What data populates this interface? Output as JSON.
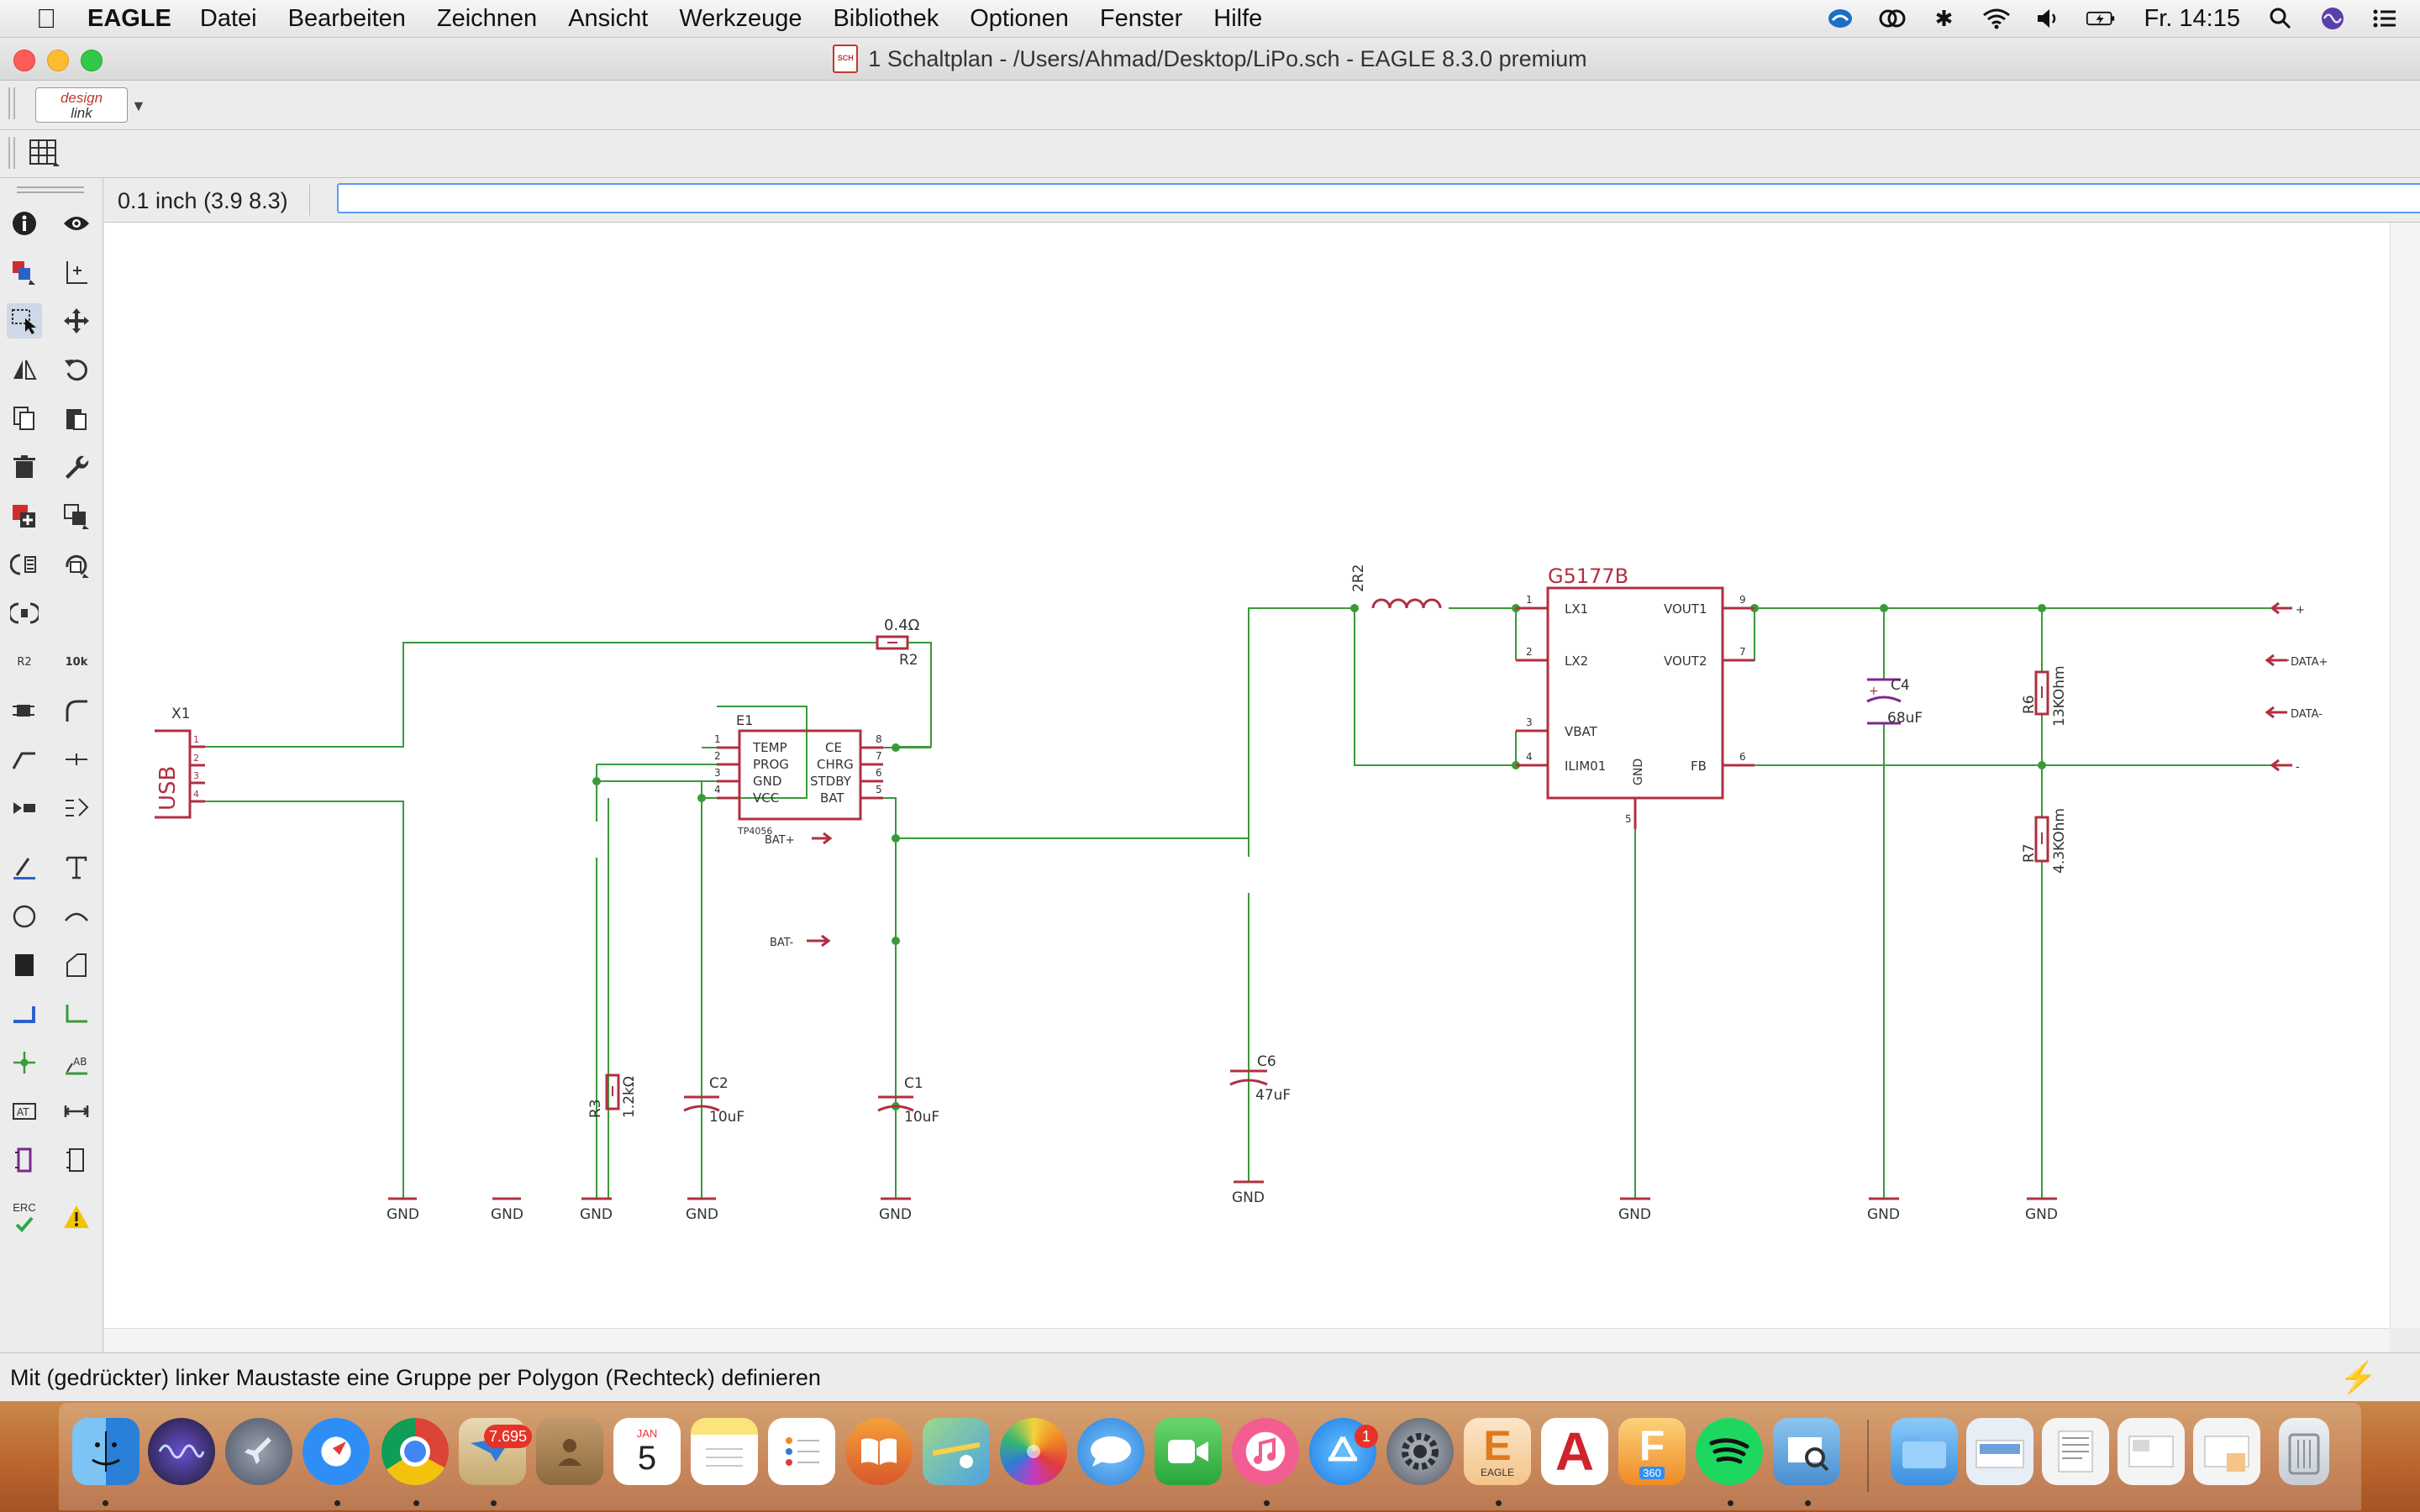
{
  "menubar": {
    "app_name": "EAGLE",
    "items": [
      "Datei",
      "Bearbeiten",
      "Zeichnen",
      "Ansicht",
      "Werkzeuge",
      "Bibliothek",
      "Optionen",
      "Fenster",
      "Hilfe"
    ],
    "clock": "Fr. 14:15"
  },
  "window": {
    "title": "1 Schaltplan - /Users/Ahmad/Desktop/LiPo.sch - EAGLE 8.3.0 premium",
    "doc_icon_text": "SCH"
  },
  "toolbar": {
    "designlink_line1": "design",
    "designlink_line2": "link"
  },
  "command": {
    "coordinates": "0.1 inch (3.9 8.3)",
    "input_value": ""
  },
  "status": {
    "message": "Mit (gedrückter) linker Maustaste eine Gruppe per Polygon (Rechteck) definieren"
  },
  "palette": {
    "name_value_label_1": "R2",
    "name_value_label_2": "10k",
    "erc_label": "ERC"
  },
  "schematic": {
    "colors": {
      "net": "#3a9a3a",
      "part": "#b03040",
      "text": "#222222"
    },
    "usb_label": "USB",
    "x1_label": "X1",
    "x1_pins": [
      "1",
      "2",
      "3",
      "4"
    ],
    "r2_value": "0.4Ω",
    "r2_name": "R2",
    "ic1_name": "E1",
    "ic1_part": "TP4056",
    "ic1_left_pins": [
      "TEMP",
      "PROG",
      "GND",
      "VCC"
    ],
    "ic1_right_pins": [
      "CE",
      "CHRG",
      "STDBY",
      "BAT"
    ],
    "ic1_left_nums": [
      "1",
      "2",
      "3",
      "4"
    ],
    "ic1_right_nums": [
      "8",
      "7",
      "6",
      "5"
    ],
    "r3_name": "R3",
    "r3_value": "1.2kΩ",
    "c2_name": "C2",
    "c2_value": "10uF",
    "c1_name": "C1",
    "c1_value": "10uF",
    "bat_plus": "BAT+",
    "bat_minus": "BAT-",
    "c6_name": "C6",
    "c6_value": "47uF",
    "l_name": "2R2",
    "ic2_name": "G5177B",
    "ic2_left_pins": [
      "LX1",
      "LX2",
      "VBAT",
      "ILIM01"
    ],
    "ic2_left_nums": [
      "1",
      "2",
      "3",
      "4"
    ],
    "ic2_right_pins": [
      "VOUT1",
      "VOUT2",
      "FB"
    ],
    "ic2_right_nums": [
      "9",
      "7",
      "6"
    ],
    "ic2_gnd_pin": "GND",
    "ic2_gnd_num": "5",
    "c4_name": "C4",
    "c4_value": "68uF",
    "r6_name": "R6",
    "r6_value": "13KOhm",
    "r7_name": "R7",
    "r7_value": "4.3KOhm",
    "out_labels": [
      "+",
      "DATA+",
      "DATA-",
      "-"
    ],
    "gnd": "GND"
  },
  "dock": {
    "mail_badge": "7.695",
    "appstore_badge": "1",
    "calendar_month": "JAN",
    "calendar_day": "5",
    "eagle_label": "EAGLE",
    "fusion_label": "360"
  }
}
